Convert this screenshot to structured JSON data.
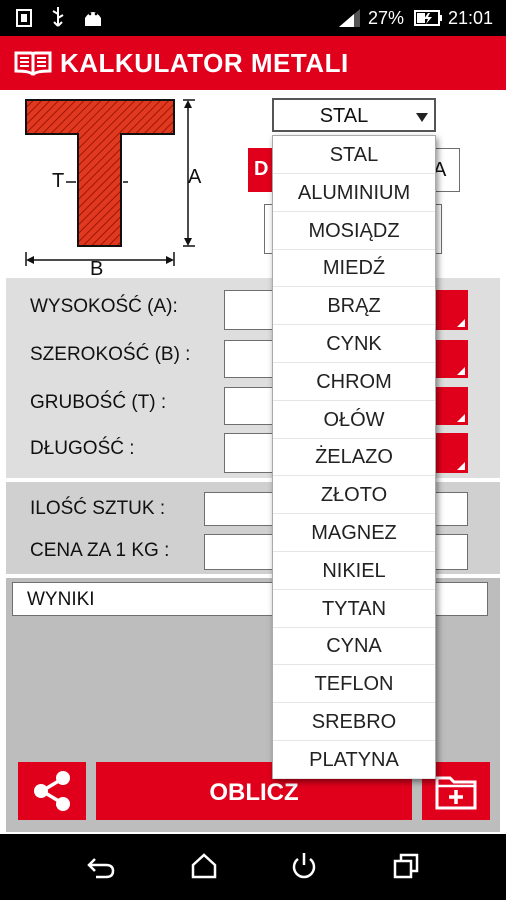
{
  "status_bar": {
    "battery_percent": "27%",
    "time": "21:01",
    "icons": [
      "sim-icon",
      "usb-icon",
      "android-icon",
      "signal-icon",
      "battery-charging-icon"
    ]
  },
  "app_bar": {
    "title": "KALKULATOR METALI",
    "icon": "open-book-icon"
  },
  "profile_diagram": {
    "label_A": "A",
    "label_B": "B",
    "label_T": "T"
  },
  "material_select": {
    "selected": "STAL",
    "options": [
      "STAL",
      "ALUMINIUM",
      "MOSIĄDZ",
      "MIEDŹ",
      "BRĄZ",
      "CYNK",
      "CHROM",
      "OŁÓW",
      "ŻELAZO",
      "ZŁOTO",
      "MAGNEZ",
      "NIKIEL",
      "TYTAN",
      "CYNA",
      "TEFLON",
      "SREBRO",
      "PLATYNA"
    ]
  },
  "hidden_controls": {
    "left_letter": "D",
    "right_letter": "A"
  },
  "dimensions": {
    "height_label": "WYSOKOŚĆ (A):",
    "width_label": "SZEROKOŚĆ (B) :",
    "thickness_label": "GRUBOŚĆ (T) :",
    "length_label": "DŁUGOŚĆ :"
  },
  "quantity": {
    "count_label": "ILOŚĆ SZTUK :",
    "price_label": "CENA ZA 1 KG :"
  },
  "results": {
    "label": "WYNIKI"
  },
  "actions": {
    "calculate_label": "OBLICZ",
    "share_icon": "share-icon",
    "save_icon": "folder-add-icon"
  },
  "colors": {
    "accent": "#e0001b",
    "panel": "#dedede",
    "hatch": "#b51c0c"
  }
}
